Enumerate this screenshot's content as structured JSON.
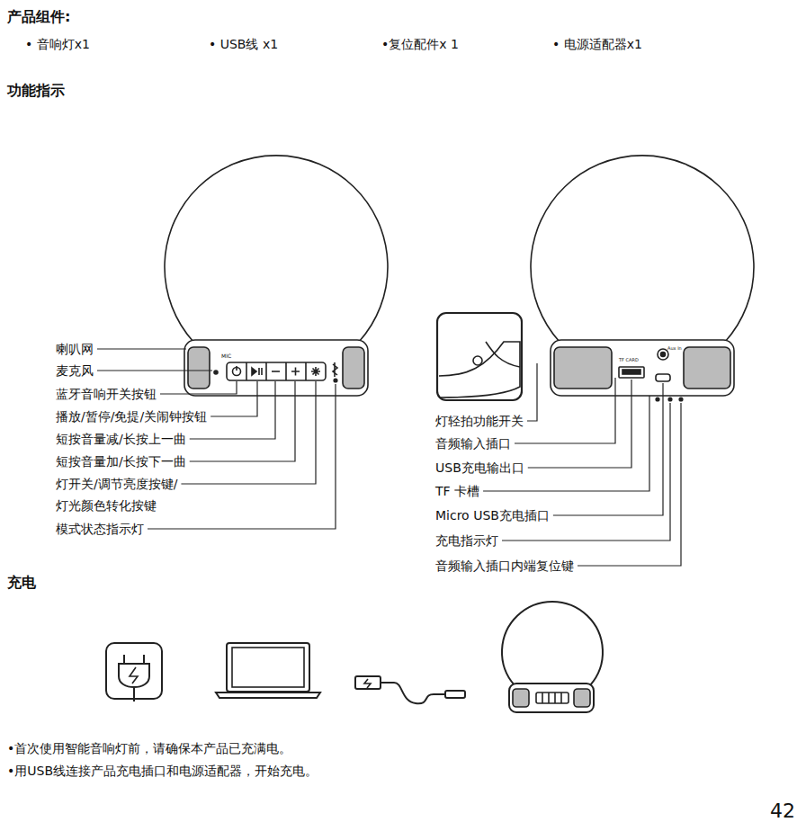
{
  "diagram": {
    "title": "产品组件:",
    "labels": [
      "• 音响灯x1",
      "• USB线 x1",
      "•复位配件x 1",
      "• 电源适配器x1",
      "功能指示",
      "喇叭网",
      "麦克风",
      "蓝牙音响开关按钮",
      "播放/暂停/免提/关闹钟按钮",
      "短按音量减/长按上一曲",
      "短按音量加/长按下一曲",
      "灯开关/调节亮度按键/",
      "灯光颜色转化按键",
      "模式状态指示灯",
      "灯轻拍功能开关",
      "音频输入插口",
      "USB充电输出口",
      "TF 卡槽",
      "Micro USB充电插口",
      "充电指示灯",
      "音频输入插口内端复位键",
      "充电",
      "•首次使用智能音响灯前，请确保本产品已充满电。",
      "•用USB线连接产品充电插口和电源适配器，开始充电。",
      "42",
      "MIC",
      "TF CARD",
      "Aux In"
    ]
  }
}
